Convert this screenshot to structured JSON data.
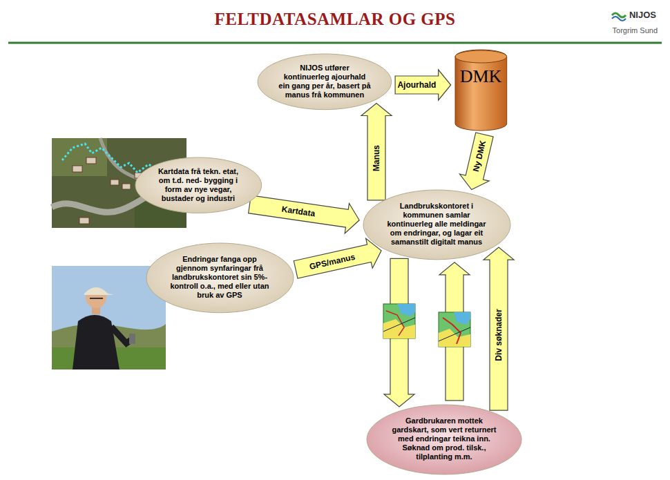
{
  "diagram": {
    "title": "FELTDATASAMLAR OG GPS",
    "nodes": [
      {
        "text": [
          "NIJOS utfører kontinuerleg ajourhald ein gang per år, basert på manus frå kommunen"
        ]
      },
      {
        "text": [
          "DMK"
        ]
      },
      {
        "text": [
          "Kartdata frå tekn. etat, om t.d. ned- bygging i form av nye vegar, bustader og industri"
        ]
      },
      {
        "text": [
          "Endringar fanga opp gjennom synfaringar frå landbrukskontoret sin 5%-kontroll o.a., med eller utan bruk av GPS"
        ]
      },
      {
        "text": [
          "Landbrukskontoret i kommunen samlar kontinuerleg alle meldingar om endringar, og lagar eit samanstilt digitalt manus"
        ]
      },
      {
        "text": [
          "Gardbrukaren mottek gardskart, som vert returnert med endringar teikna inn. Søknad om prod. tilsk., tilplanting m.m."
        ]
      }
    ],
    "edges": [
      {
        "from": 0,
        "to": 1,
        "label": "Ajourhald",
        "arrow": "to"
      },
      {
        "from": 1,
        "to": 4,
        "label": "Ny DMK",
        "arrow": "to"
      },
      {
        "from": 2,
        "to": 4,
        "label": "Kartdata",
        "arrow": "to"
      },
      {
        "from": 3,
        "to": 4,
        "label": "GPS/manus",
        "arrow": "to"
      },
      {
        "from": 4,
        "to": 0,
        "label": "Manus",
        "arrow": "to"
      },
      {
        "from": 4,
        "to": 5,
        "arrow": "to"
      },
      {
        "from": 5,
        "to": 4,
        "arrow": "to"
      },
      {
        "from": 5,
        "to": 4,
        "label": "Div søknader",
        "arrow": "to"
      }
    ],
    "labels": [
      "NIJOS",
      "Torgrim Sund"
    ]
  }
}
